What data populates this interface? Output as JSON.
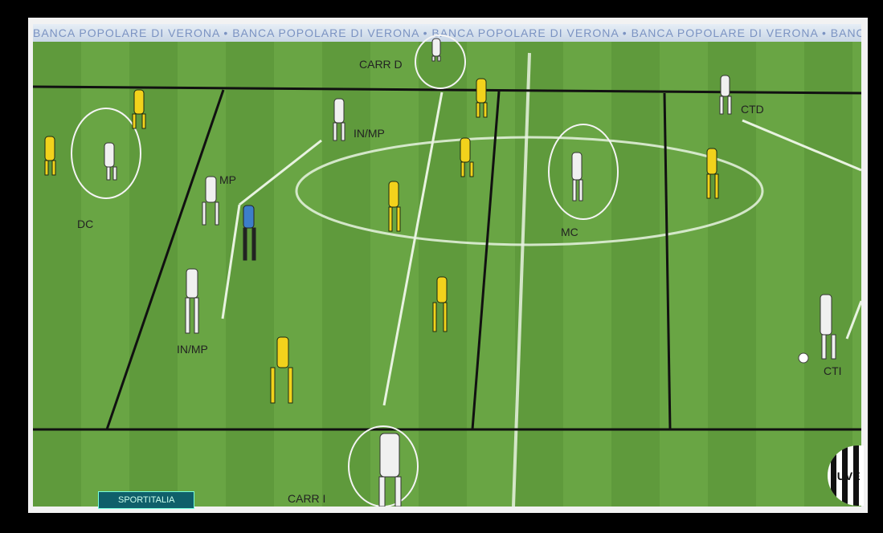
{
  "banner": {
    "text": "BANCA POPOLARE DI VERONA • BANCA POPOLARE DI VERONA • BANCA POPOLARE DI VERONA • BANCA POPOLARE DI VERONA • BANCA POPOLARE"
  },
  "labels": {
    "carr_d": "CARR D",
    "in_mp_top": "IN/MP",
    "ctd": "CTD",
    "mp": "MP",
    "dc": "DC",
    "mc": "MC",
    "in_mp_bottom": "IN/MP",
    "cti": "CTI",
    "carr_i": "CARR I"
  },
  "scorebug": {
    "text": "SPORTITALIA"
  },
  "logo": {
    "text": "JUVE"
  },
  "colors": {
    "pitch": "#65a140",
    "team_yellow": "#f2d21c",
    "team_white": "#f0f0f0",
    "referee": "#3d7ec9"
  }
}
